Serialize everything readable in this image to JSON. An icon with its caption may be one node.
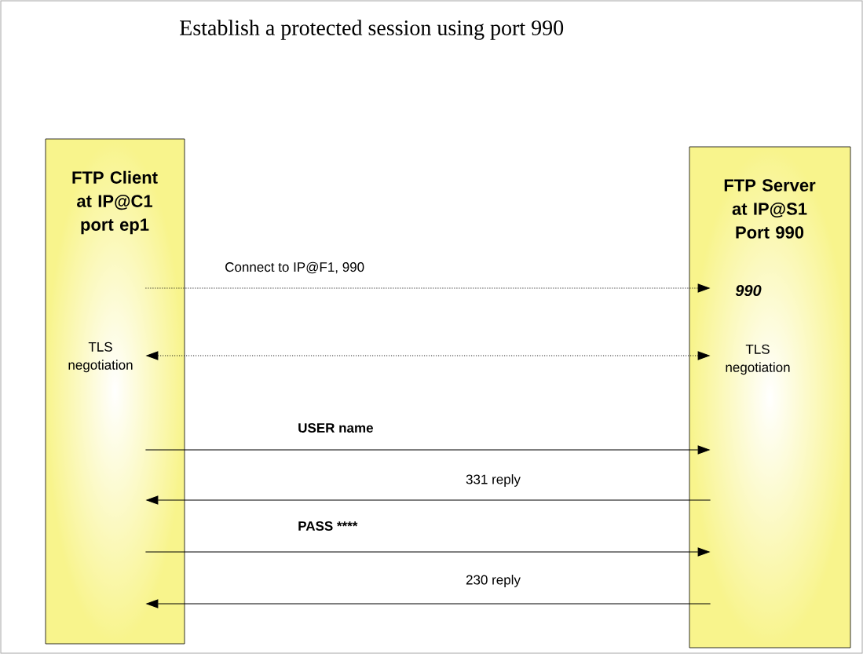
{
  "diagram": {
    "title": "Establish a protected session using port 990",
    "nodes": [
      {
        "text": [
          "FTP Client at IP@C1 port ep1",
          "TLS negotiation"
        ]
      },
      {
        "text": [
          "FTP Server at IP@S1 Port 990",
          "990",
          "TLS negotiation"
        ]
      }
    ],
    "edges": [
      {
        "from": 0,
        "to": 1,
        "arrow": "to",
        "label": "Connect to IP@F1, 990",
        "style": "dashed"
      },
      {
        "from": 0,
        "to": 1,
        "arrow": "both",
        "style": "dashed"
      },
      {
        "from": 0,
        "to": 1,
        "arrow": "to",
        "label": "USER name"
      },
      {
        "from": 1,
        "to": 0,
        "arrow": "to",
        "label": "331 reply"
      },
      {
        "from": 0,
        "to": 1,
        "arrow": "to",
        "label": "PASS ****"
      },
      {
        "from": 1,
        "to": 0,
        "arrow": "to",
        "label": "230 reply"
      }
    ]
  }
}
